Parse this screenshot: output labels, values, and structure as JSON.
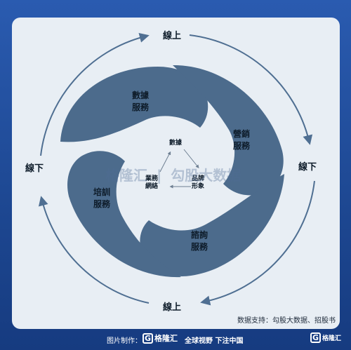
{
  "diagram": {
    "outer_labels": {
      "top": "線上",
      "right": "線下",
      "bottom": "線上",
      "left": "線下"
    },
    "blades": {
      "top": "數據\n服務",
      "right": "營銷\n服務",
      "bottom": "諮詢\n服務",
      "left": "培訓\n服務"
    },
    "center": {
      "top": "數據",
      "left": "業務\n網絡",
      "right": "品牌\n形象"
    },
    "colors": {
      "blade": "#4c6b8c",
      "arrow": "#4f6f92",
      "card": "#e8eef4",
      "background": "#1f4c99"
    }
  },
  "source_note": "数据支持：勾股大数据、招股书",
  "watermark": {
    "brand": "格隆汇",
    "separator": "|",
    "partner": "勾股大数据"
  },
  "footer": {
    "credit": "图片制作：",
    "logo_letter": "G",
    "brand": "格隆汇",
    "slogan": "全球视野 下注中国",
    "right_logo_letter": "G",
    "right_brand": "格隆汇"
  }
}
